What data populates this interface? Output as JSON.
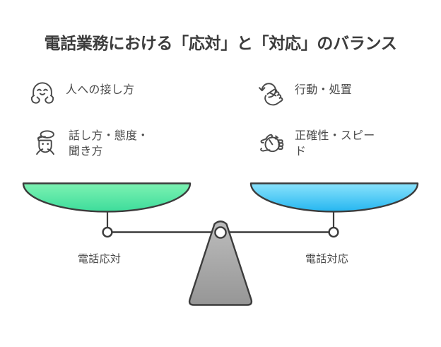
{
  "page": {
    "title": "電話業務における「応対」と「対応」のバランス",
    "background_color": "#ffffff",
    "text_color": "#4a4a4a",
    "title_color": "#3c3c3c"
  },
  "balance": {
    "left_side": {
      "pan_label": "電話応対",
      "pan_color_start": "#6bf0a8",
      "pan_color_end": "#44e0a0",
      "features": [
        {
          "icon": "hugging-face-icon",
          "label": "人への接し方"
        },
        {
          "icon": "speaking-person-icon",
          "label": "話し方・態度・\n聞き方",
          "line1": "話し方・態度・",
          "line2": "聞き方"
        }
      ]
    },
    "right_side": {
      "pan_label": "電話対応",
      "pan_color_start": "#7fe0fb",
      "pan_color_end": "#2bb8f0",
      "features": [
        {
          "icon": "hand-rotate-gesture-icon",
          "label": "行動・処置"
        },
        {
          "icon": "hand-stopwatch-icon",
          "label": "正確性・スピー\nド",
          "line1": "正確性・スピー",
          "line2": "ド"
        }
      ]
    },
    "fulcrum": {
      "name": "balance-fulcrum",
      "fill_start": "#b5b5b5",
      "fill_end": "#9a9a9a",
      "stroke": "#3c3c3c"
    },
    "beam_stroke": "#3c3c3c"
  }
}
